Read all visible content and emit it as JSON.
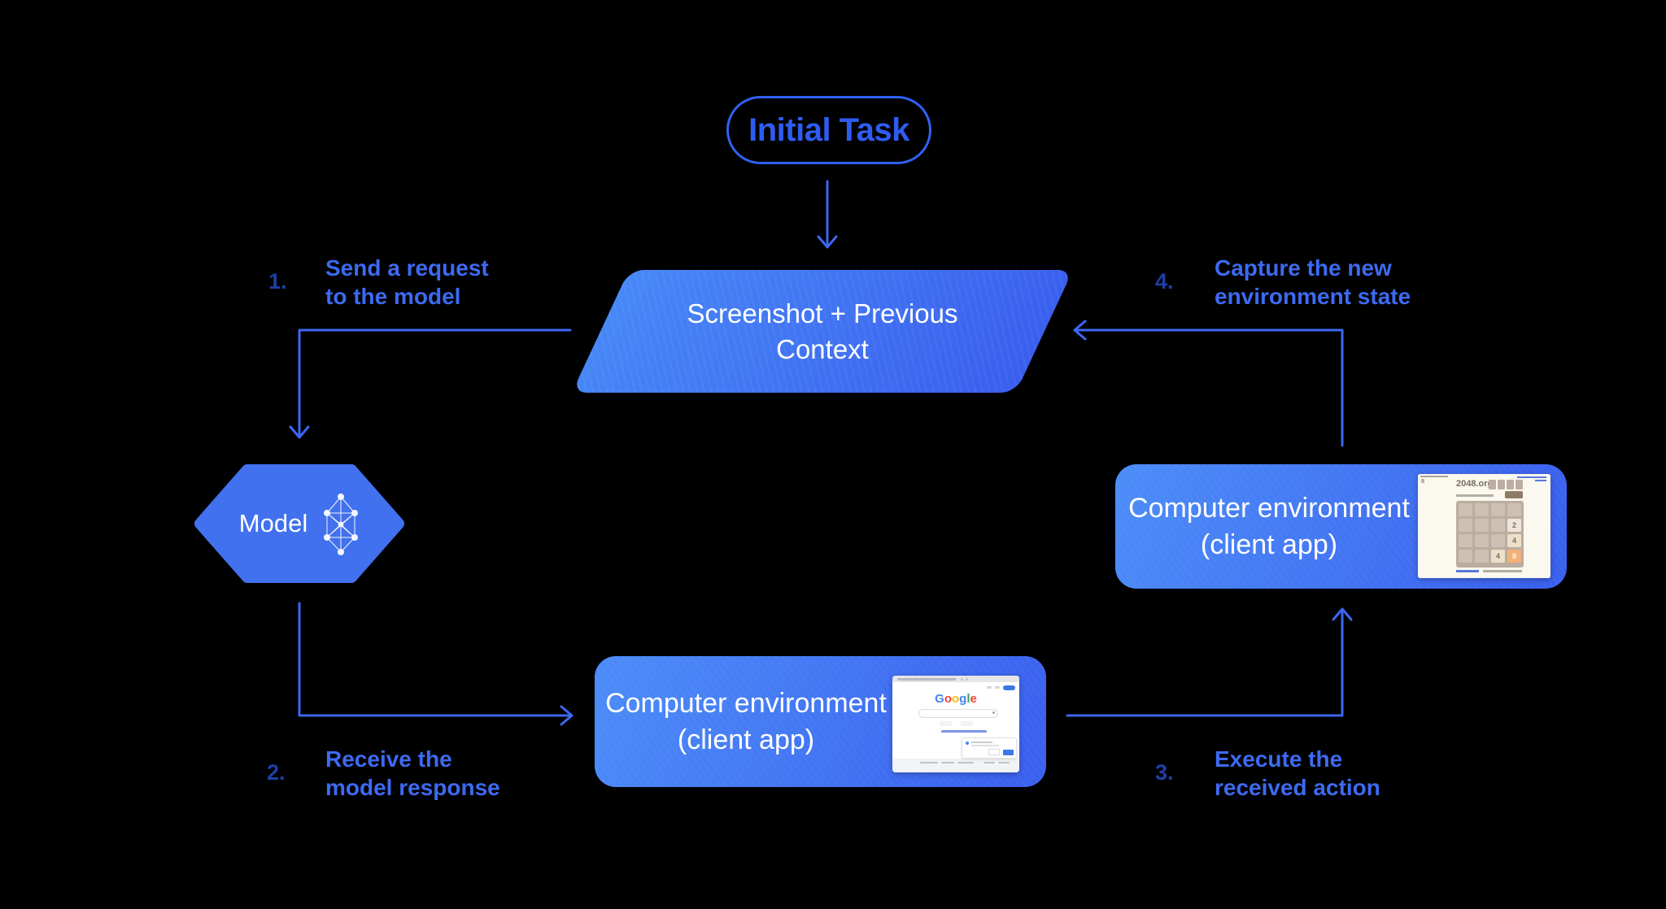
{
  "diagram": {
    "background": "#000000",
    "arrow_color": "#3C67F2",
    "step_number_color": "#1E3FA6",
    "step_text_color": "#3D6AF1",
    "node_gradient_start": "#4C8DF8",
    "node_gradient_end": "#3B61EF"
  },
  "initial_task": {
    "label": "Initial Task",
    "border_color": "#3161F2",
    "text_color": "#2E5CF2"
  },
  "screenshot_context": {
    "line1": "Screenshot + Previous",
    "line2": "Context",
    "gradient_start": "#4788F7",
    "gradient_end": "#3A5EEE"
  },
  "model": {
    "label": "Model",
    "fill": "#4171EE",
    "icon": "neural-network-icon"
  },
  "steps": [
    {
      "number": "1.",
      "line1": "Send a request",
      "line2": "to the model"
    },
    {
      "number": "2.",
      "line1": "Receive the",
      "line2": "model response"
    },
    {
      "number": "3.",
      "line1": "Execute the",
      "line2": "received action"
    },
    {
      "number": "4.",
      "line1": "Capture the new",
      "line2": "environment state"
    }
  ],
  "env_bottom": {
    "line1": "Computer environment",
    "line2": "(client app)",
    "thumbnail": "google-homepage-screenshot"
  },
  "env_right": {
    "line1": "Computer environment",
    "line2": "(client app)",
    "thumbnail": "2048-game-screenshot"
  },
  "google_thumb": {
    "logo_letters": [
      "G",
      "o",
      "o",
      "g",
      "l",
      "e"
    ],
    "logo_colors": [
      "#4285F4",
      "#EA4335",
      "#FBBC05",
      "#4285F4",
      "#34A853",
      "#EA4335"
    ]
  },
  "game_thumb": {
    "title": "2048.org",
    "board_color": "#BBADA0",
    "cell_color": "#CDC1B4",
    "tiles": [
      {
        "row": 1,
        "col": 3,
        "value": "2",
        "bg": "#EEE4DA",
        "fg": "#776E65"
      },
      {
        "row": 2,
        "col": 3,
        "value": "4",
        "bg": "#EDE0C8",
        "fg": "#776E65"
      },
      {
        "row": 3,
        "col": 2,
        "value": "4",
        "bg": "#EDE0C8",
        "fg": "#776E65"
      },
      {
        "row": 3,
        "col": 3,
        "value": "8",
        "bg": "#F2B179",
        "fg": "#F9F6F2"
      }
    ]
  }
}
